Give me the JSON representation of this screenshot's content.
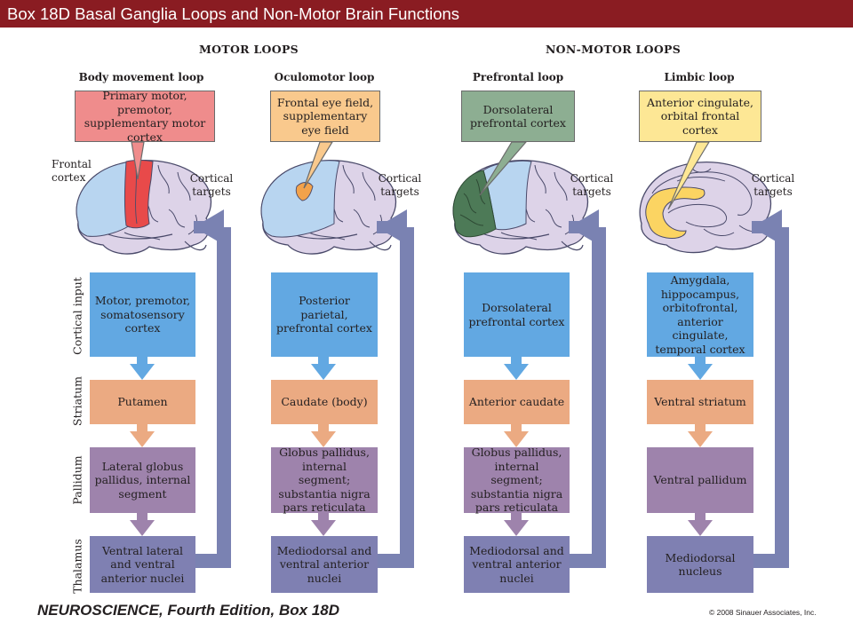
{
  "title": "Box 18D  Basal Ganglia Loops and Non-Motor Brain Functions",
  "sections": {
    "motor": "MOTOR LOOPS",
    "nonmotor": "NON-MOTOR LOOPS"
  },
  "row_labels": {
    "cortical": "Cortical input",
    "striatum": "Striatum",
    "pallidum": "Pallidum",
    "thalamus": "Thalamus"
  },
  "cortical_targets": "Cortical\ntargets",
  "frontal_cortex": "Frontal\ncortex",
  "loops": [
    {
      "title": "Body movement loop",
      "callout": "Primary motor, premotor, supplementary motor cortex",
      "cortical": "Motor, premotor, somatosensory cortex",
      "striatum": "Putamen",
      "pallidum": "Lateral globus pallidus, internal segment",
      "thalamus": "Ventral lateral and ventral anterior nuclei"
    },
    {
      "title": "Oculomotor loop",
      "callout": "Frontal eye field, supplementary eye field",
      "cortical": "Posterior parietal, prefrontal cortex",
      "striatum": "Caudate (body)",
      "pallidum": "Globus pallidus, internal segment; substantia nigra pars reticulata",
      "thalamus": "Mediodorsal and ventral anterior nuclei"
    },
    {
      "title": "Prefrontal loop",
      "callout": "Dorsolateral prefrontal cortex",
      "cortical": "Dorsolateral prefrontal cortex",
      "striatum": "Anterior caudate",
      "pallidum": "Globus pallidus, internal segment; substantia nigra pars reticulata",
      "thalamus": "Mediodorsal and ventral anterior nuclei"
    },
    {
      "title": "Limbic loop",
      "callout": "Anterior cingulate, orbital frontal cortex",
      "cortical": "Amygdala, hippocampus, orbitofrontal, anterior cingulate, temporal cortex",
      "striatum": "Ventral striatum",
      "pallidum": "Ventral pallidum",
      "thalamus": "Mediodorsal nucleus"
    }
  ],
  "footer_left": "NEUROSCIENCE, Fourth Edition, Box 18D",
  "footer_right": "© 2008 Sinauer Associates, Inc.",
  "colors": {
    "title_bar": "#8a1c22",
    "cortical_box": "#62a8e2",
    "striatum_box": "#ebaa82",
    "pallidum_box": "#9e83ac",
    "thalamus_box": "#7f80b2",
    "return_arrow": "#7a82b2",
    "callout_motor": "#ef8c8c",
    "callout_oculomotor": "#f9c98d",
    "callout_prefrontal": "#8dae92",
    "callout_limbic": "#fde795"
  }
}
